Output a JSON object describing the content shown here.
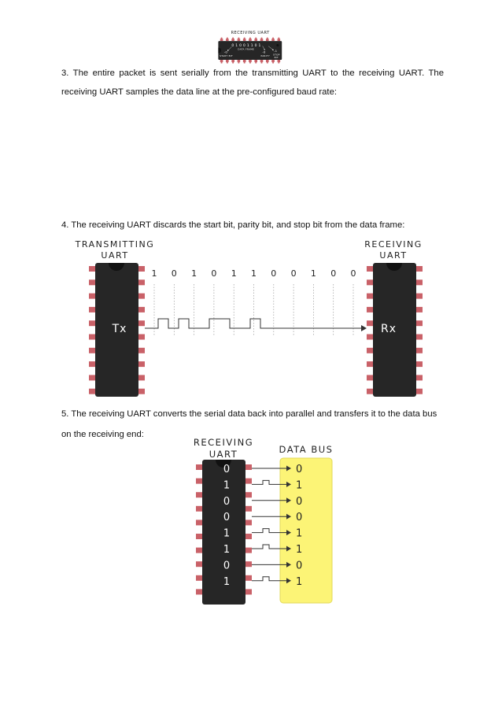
{
  "paragraphs": {
    "p3": "3. The entire packet is sent serially from the transmitting UART to the receiving UART. The receiving UART samples the data line at the pre-configured baud rate:",
    "p4": "4. The receiving UART discards the start bit, parity bit, and stop bit from the data frame:",
    "p5": "5. The receiving UART converts the serial data back into parallel and transfers it to the data bus on the receiving end:"
  },
  "fig1": {
    "title": "RECEIVING UART",
    "frame_bits": "0 1 0 0 1 1 0 1",
    "frame_label": "DATA FRAME",
    "start_value": "-0",
    "start_label": "START BIT",
    "parity_value": "-0",
    "parity_label": "PARITY",
    "stop_value": "-1",
    "stop_label_1": "STOP",
    "stop_label_2": "BIT"
  },
  "fig2": {
    "tx_header_1": "TRANSMITTING",
    "tx_header_2": "UART",
    "rx_header_1": "RECEIVING",
    "rx_header_2": "UART",
    "tx_label": "Tx",
    "rx_label": "Rx",
    "bits": [
      "1",
      "0",
      "1",
      "0",
      "1",
      "1",
      "0",
      "0",
      "1",
      "0",
      "0"
    ]
  },
  "fig3": {
    "rx_header_1": "RECEIVING",
    "rx_header_2": "UART",
    "bus_header": "DATA BUS",
    "chip_bits": [
      "0",
      "1",
      "0",
      "0",
      "1",
      "1",
      "0",
      "1"
    ],
    "bus_bits": [
      "0",
      "1",
      "0",
      "0",
      "1",
      "1",
      "0",
      "1"
    ],
    "bus_color": "#fcf476"
  },
  "colors": {
    "chip": "#262626",
    "pin": "#c96168",
    "accent": "#fcf476"
  }
}
